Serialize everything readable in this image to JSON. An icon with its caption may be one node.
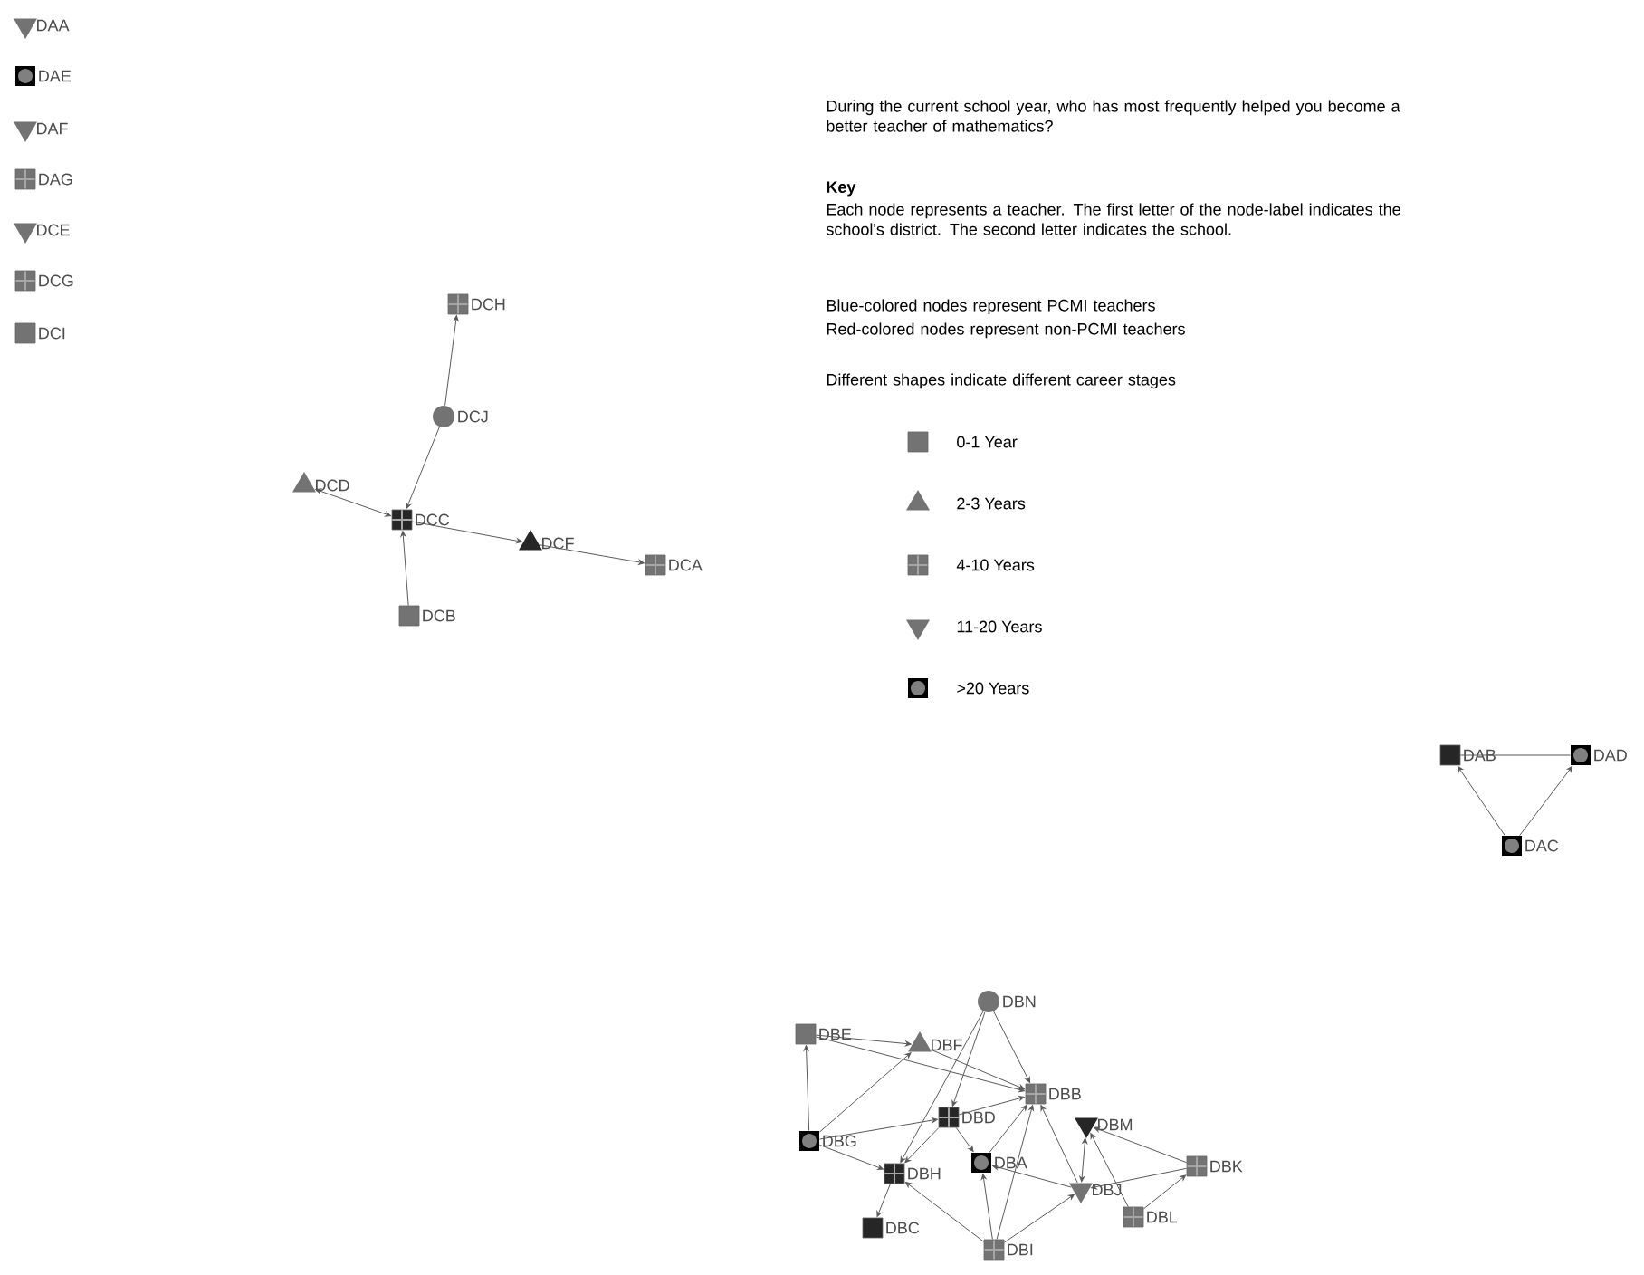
{
  "diagram": {
    "title": "During the current school year, who has most frequently helped you become a better teacher of mathematics?",
    "nodes": [
      {
        "text": [
          "DAA"
        ]
      },
      {
        "text": [
          "DAE"
        ]
      },
      {
        "text": [
          "DAF"
        ]
      },
      {
        "text": [
          "DAG"
        ]
      },
      {
        "text": [
          "DCE"
        ]
      },
      {
        "text": [
          "DCG"
        ]
      },
      {
        "text": [
          "DCI"
        ]
      },
      {
        "text": [
          "DCH"
        ]
      },
      {
        "text": [
          "DCJ"
        ]
      },
      {
        "text": [
          "DCD"
        ]
      },
      {
        "text": [
          "DCC"
        ]
      },
      {
        "text": [
          "DCF"
        ]
      },
      {
        "text": [
          "DCA"
        ]
      },
      {
        "text": [
          "DCB"
        ]
      },
      {
        "text": [
          "DAB"
        ]
      },
      {
        "text": [
          "DAD"
        ]
      },
      {
        "text": [
          "DAC"
        ]
      },
      {
        "text": [
          "DBN"
        ]
      },
      {
        "text": [
          "DBE"
        ]
      },
      {
        "text": [
          "DBF"
        ]
      },
      {
        "text": [
          "DBB"
        ]
      },
      {
        "text": [
          "DBD"
        ]
      },
      {
        "text": [
          "DBM"
        ]
      },
      {
        "text": [
          "DBG"
        ]
      },
      {
        "text": [
          "DBH"
        ]
      },
      {
        "text": [
          "DBA"
        ]
      },
      {
        "text": [
          "DBK"
        ]
      },
      {
        "text": [
          "DBJ"
        ]
      },
      {
        "text": [
          "DBL"
        ]
      },
      {
        "text": [
          "DBC"
        ]
      },
      {
        "text": [
          "DBI"
        ]
      }
    ],
    "edges": [
      {
        "from": 8,
        "to": 7,
        "arrow": "to"
      },
      {
        "from": 8,
        "to": 10,
        "arrow": "to"
      },
      {
        "from": 9,
        "to": 10,
        "arrow": "both"
      },
      {
        "from": 13,
        "to": 10,
        "arrow": "to"
      },
      {
        "from": 10,
        "to": 11,
        "arrow": "to"
      },
      {
        "from": 11,
        "to": 12,
        "arrow": "to"
      },
      {
        "from": 14,
        "to": 15,
        "arrow": "none"
      },
      {
        "from": 16,
        "to": 14,
        "arrow": "to"
      },
      {
        "from": 16,
        "to": 15,
        "arrow": "to"
      },
      {
        "from": 23,
        "to": 18,
        "arrow": "to"
      },
      {
        "from": 18,
        "to": 19,
        "arrow": "to"
      },
      {
        "from": 18,
        "to": 20,
        "arrow": "to"
      },
      {
        "from": 17,
        "to": 20,
        "arrow": "to"
      },
      {
        "from": 17,
        "to": 21,
        "arrow": "to"
      },
      {
        "from": 17,
        "to": 24,
        "arrow": "to"
      },
      {
        "from": 19,
        "to": 20,
        "arrow": "to"
      },
      {
        "from": 23,
        "to": 19,
        "arrow": "to"
      },
      {
        "from": 23,
        "to": 21,
        "arrow": "to"
      },
      {
        "from": 23,
        "to": 24,
        "arrow": "to"
      },
      {
        "from": 21,
        "to": 20,
        "arrow": "to"
      },
      {
        "from": 21,
        "to": 25,
        "arrow": "to"
      },
      {
        "from": 21,
        "to": 24,
        "arrow": "to"
      },
      {
        "from": 24,
        "to": 29,
        "arrow": "to"
      },
      {
        "from": 25,
        "to": 20,
        "arrow": "to"
      },
      {
        "from": 27,
        "to": 20,
        "arrow": "to"
      },
      {
        "from": 27,
        "to": 22,
        "arrow": "both"
      },
      {
        "from": 27,
        "to": 25,
        "arrow": "to"
      },
      {
        "from": 26,
        "to": 22,
        "arrow": "to"
      },
      {
        "from": 26,
        "to": 27,
        "arrow": "to"
      },
      {
        "from": 28,
        "to": 26,
        "arrow": "to"
      },
      {
        "from": 28,
        "to": 22,
        "arrow": "to"
      },
      {
        "from": 30,
        "to": 25,
        "arrow": "to"
      },
      {
        "from": 30,
        "to": 27,
        "arrow": "to"
      },
      {
        "from": 30,
        "to": 24,
        "arrow": "to"
      },
      {
        "from": 30,
        "to": 20,
        "arrow": "to"
      }
    ],
    "labels": [
      "Key",
      "Each node represents a teacher. The first letter of the node-label indicates the school's district. The second letter indicates the school.",
      "Blue-colored nodes represent PCMI teachers",
      "Red-colored nodes represent non-PCMI teachers",
      "Different shapes indicate different career stages"
    ],
    "legend": [
      {
        "text": "0-1 Year"
      },
      {
        "text": "2-3 Years"
      },
      {
        "text": "4-10 Years"
      },
      {
        "text": "11-20 Years"
      },
      {
        "text": ">20 Years"
      }
    ]
  }
}
